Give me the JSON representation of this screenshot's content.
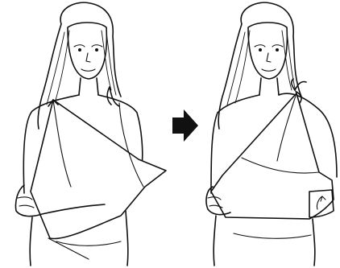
{
  "figure": {
    "panels": [
      {
        "id": "before",
        "state": "triangular bandage placed under arm, ends loose"
      },
      {
        "id": "after",
        "state": "arm sling tied at shoulder, elbow corner folded and pinned"
      }
    ],
    "arrow_icon": "right-arrow-icon",
    "ink_color": "#111111",
    "background_color": "#ffffff"
  }
}
